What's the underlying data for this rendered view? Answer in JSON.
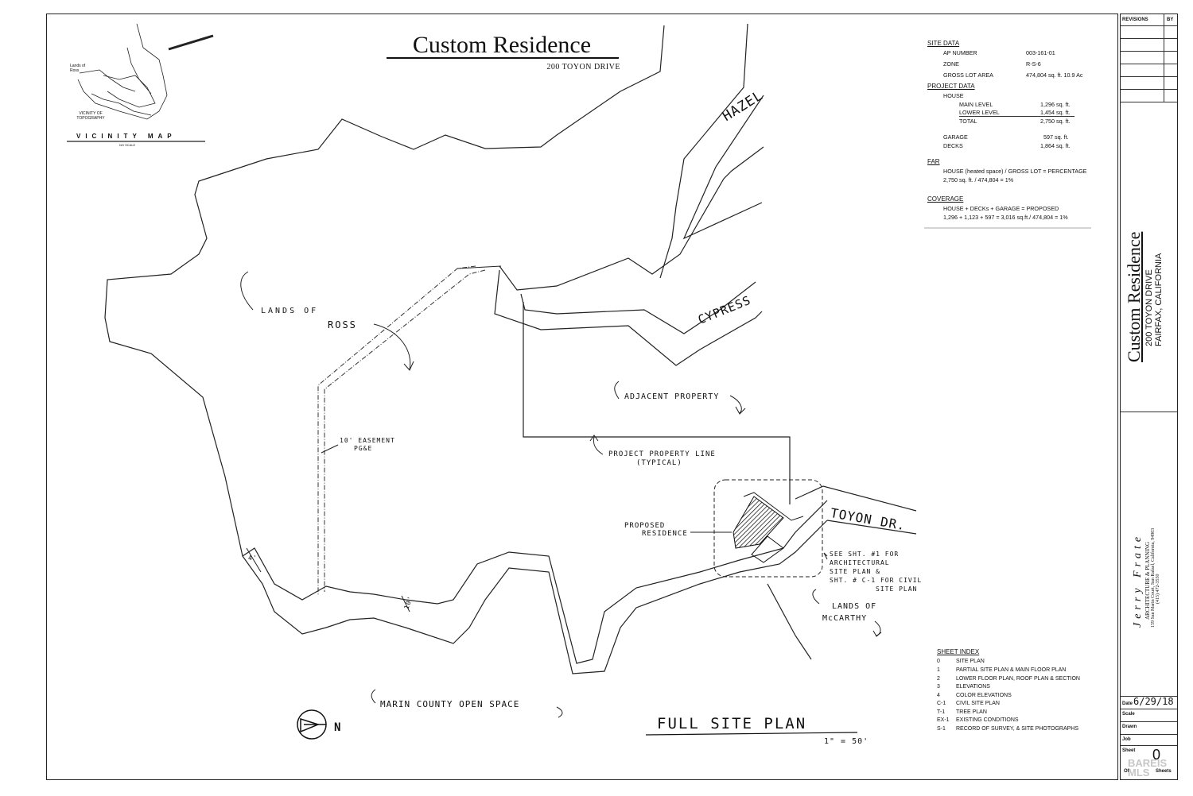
{
  "title": "Custom Residence",
  "address": "200 TOYON DRIVE",
  "vicinity_map": {
    "title": "VICINITY MAP",
    "subtitle": "NO SCALE",
    "label_lands": "Lands of Ross",
    "label_vicinity": "VICINITY OF TOPOGRAPHY"
  },
  "site_data": {
    "heading": "SITE DATA",
    "rows": [
      {
        "label": "AP NUMBER",
        "value": "003-161-01"
      },
      {
        "label": "ZONE",
        "value": "R-S-6"
      },
      {
        "label": "GROSS LOT AREA",
        "value": "474,804 sq. ft. 10.9 Ac"
      }
    ]
  },
  "project_data": {
    "heading": "PROJECT DATA",
    "house_label": "HOUSE",
    "rows": [
      {
        "label": "MAIN LEVEL",
        "value": "1,296 sq. ft."
      },
      {
        "label": "LOWER LEVEL",
        "value": "1,454 sq. ft."
      },
      {
        "label": "TOTAL",
        "value": "2,750 sq. ft."
      }
    ],
    "rows2": [
      {
        "label": "GARAGE",
        "value": "597 sq. ft."
      },
      {
        "label": "DECKS",
        "value": "1,864 sq. ft."
      }
    ]
  },
  "far": {
    "heading": "FAR",
    "line1": "HOUSE (heated space) / GROSS LOT = PERCENTAGE",
    "line2": "2,750 sq. ft. / 474,804 = 1%"
  },
  "coverage": {
    "heading": "COVERAGE",
    "line1": "HOUSE + DECKs + GARAGE = PROPOSED",
    "line2": "1,296 + 1,123 + 597 = 3,016 sq.ft./ 474,804 = 1%"
  },
  "map_labels": {
    "hazel": "HAZEL",
    "cypress": "CYPRESS",
    "toyon": "TOYON DR.",
    "lands_of": "LANDS OF",
    "ross": "ROSS",
    "adjacent": "ADJACENT PROPERTY",
    "easement_1": "10' EASEMENT",
    "easement_2": "PG&E",
    "property_line_1": "PROJECT PROPERTY LINE",
    "property_line_2": "(TYPICAL)",
    "proposed_1": "PROPOSED",
    "proposed_2": "RESIDENCE",
    "see_1": "SEE SHT. #1 FOR",
    "see_2": "ARCHITECTURAL",
    "see_3": "SITE PLAN &",
    "see_4": "SHT. # C-1 FOR CIVIL",
    "see_5": "SITE PLAN",
    "mccarthy_1": "LANDS OF",
    "mccarthy_2": "McCARTHY",
    "open_space": "MARIN COUNTY OPEN SPACE",
    "dim_4": "4'",
    "dim_10": "10'",
    "north": "N"
  },
  "plan_title": "FULL SITE PLAN",
  "plan_scale": "1\" = 50'",
  "sheet_index": {
    "heading": "SHEET INDEX",
    "items": [
      {
        "num": "0",
        "name": "SITE PLAN"
      },
      {
        "num": "1",
        "name": "PARTIAL SITE PLAN & MAIN FLOOR PLAN"
      },
      {
        "num": "2",
        "name": "LOWER FLOOR PLAN, ROOF PLAN & SECTION"
      },
      {
        "num": "3",
        "name": "ELEVATIONS"
      },
      {
        "num": "4",
        "name": "COLOR ELEVATIONS"
      },
      {
        "num": "C-1",
        "name": "CIVIL SITE PLAN"
      },
      {
        "num": "T-1",
        "name": "TREE PLAN"
      },
      {
        "num": "EX-1",
        "name": "EXISTING CONDITIONS"
      },
      {
        "num": "S-1",
        "name": "RECORD OF SURVEY, & SITE PHOTOGRAPHS"
      }
    ]
  },
  "title_block": {
    "revisions": "REVISIONS",
    "by": "BY",
    "project_title": "Custom Residence",
    "project_addr1": "200 TOYON DRIVE",
    "project_addr2": "FAIRFAX, CALIFORNIA",
    "firm_name": "Jerry Frate",
    "firm_sub": "ARCHITECTURE & PLANNING",
    "firm_addr": "159 San Marin Court, San Rafael, California, 94903",
    "firm_phone": "(415) 472-3550",
    "date_label": "Date",
    "date_value": "6/29/18",
    "scale_label": "Scale",
    "drawn_label": "Drawn",
    "job_label": "Job",
    "sheet_label": "Sheet",
    "sheet_number": "0",
    "of_label": "Of",
    "sheets_label": "Sheets"
  },
  "watermark": "BAREIS MLS"
}
